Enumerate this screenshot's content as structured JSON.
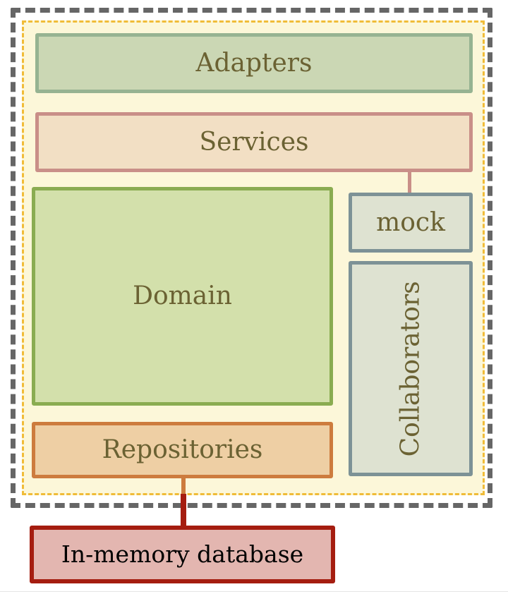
{
  "diagram": {
    "title": "Hexagonal architecture test boundary diagram",
    "outer_boundary": {
      "name": "test-boundary",
      "style": "dashed",
      "color": "#666666"
    },
    "inner_boundary": {
      "name": "application-boundary",
      "style": "dashed",
      "color": "#f0bc38",
      "fill": "#fcf7d9"
    },
    "nodes": [
      {
        "id": "adapters",
        "label": "Adapters",
        "fill": "#cbd7b4",
        "border": "#96b392",
        "text_color": "#6b6233"
      },
      {
        "id": "services",
        "label": "Services",
        "fill": "#f2dfc4",
        "border": "#c98f88",
        "text_color": "#6b6233"
      },
      {
        "id": "domain",
        "label": "Domain",
        "fill": "#d3e0ab",
        "border": "#8aac51",
        "text_color": "#6b6233"
      },
      {
        "id": "repositories",
        "label": "Repositories",
        "fill": "#eecfa4",
        "border": "#cd7c3e",
        "text_color": "#6b6233"
      },
      {
        "id": "mock",
        "label": "mock",
        "fill": "#dee2d1",
        "border": "#7d9296",
        "text_color": "#6b6233"
      },
      {
        "id": "collaborators",
        "label": "Collaborators",
        "fill": "#dee2d1",
        "border": "#7d9296",
        "text_color": "#6b6233",
        "orientation": "vertical"
      },
      {
        "id": "database",
        "label": "In-memory database",
        "fill": "#e3b6b0",
        "border": "#a51d10",
        "text_color": "#000000"
      }
    ],
    "connectors": [
      {
        "id": "services-to-mock",
        "from": "services",
        "to": "mock",
        "color": "#c98f88"
      },
      {
        "id": "repositories-to-boundary",
        "from": "repositories",
        "to": "application-boundary",
        "color": "#cd7c3e"
      },
      {
        "id": "repositories-to-database",
        "from": "repositories",
        "to": "database",
        "color": "#a51d10"
      }
    ]
  }
}
